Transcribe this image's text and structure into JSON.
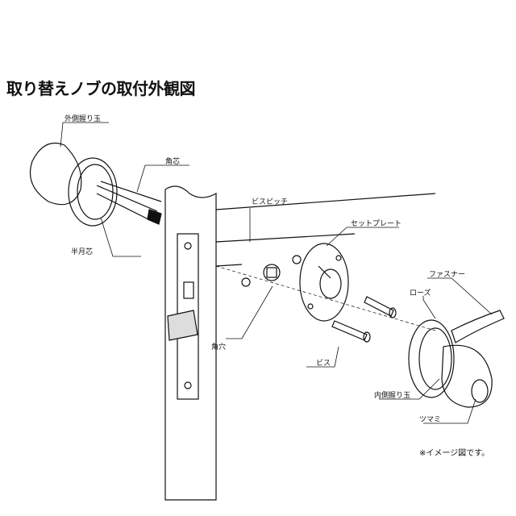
{
  "title": "取り替えノブの取付外観図",
  "labels": {
    "outer_knob": "外側握り玉",
    "square_spindle": "角芯",
    "half_moon_spindle": "半月芯",
    "screw_pitch": "ビスピッチ",
    "set_plate": "セットプレート",
    "fastener": "ファスナー",
    "rose": "ローズ",
    "square_hole": "角穴",
    "screw": "ビス",
    "inner_knob": "内側握り玉",
    "thumb_turn": "ツマミ"
  },
  "note": "※イメージ図です。"
}
